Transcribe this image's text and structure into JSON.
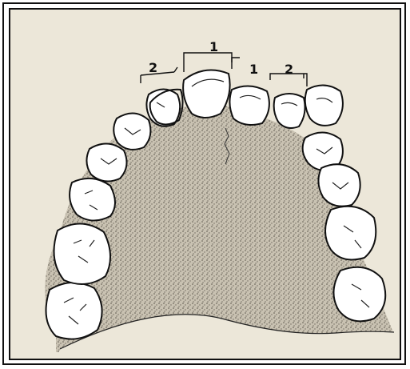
{
  "labels": {
    "central_incisor_top": "1",
    "central_incisor_right": "1",
    "lateral_incisor_left": "2",
    "lateral_incisor_right": "2"
  },
  "colors": {
    "paper": "#ece7d9",
    "palate_stipple": "#bdb6a6",
    "tooth_fill": "#ffffff",
    "ink": "#111111"
  }
}
